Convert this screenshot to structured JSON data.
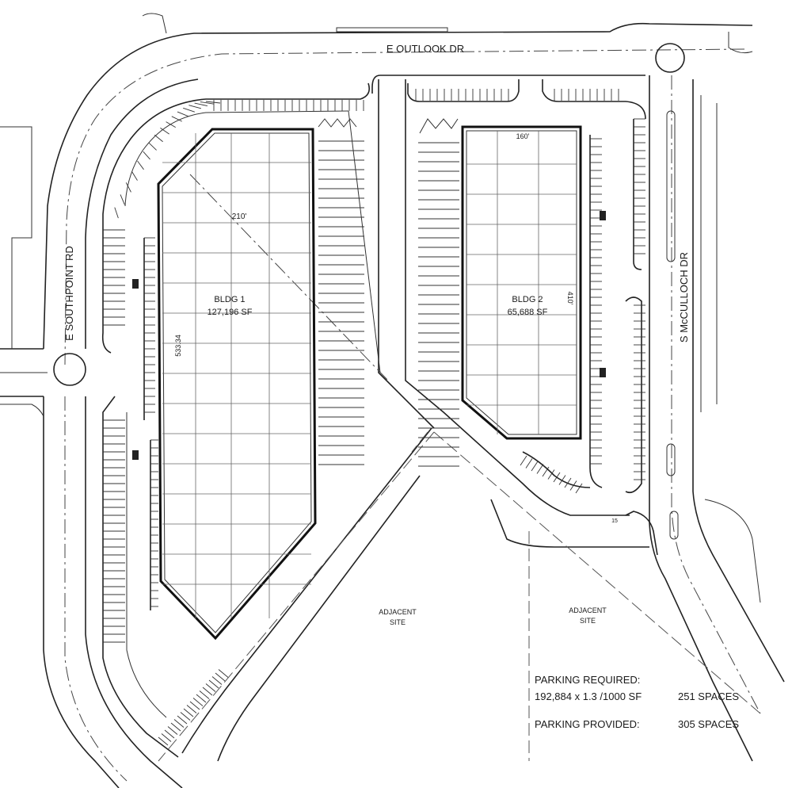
{
  "streets": {
    "north": "E OUTLOOK DR",
    "west": "E SOUTHPOINT RD",
    "east": "S McCULLOCH DR"
  },
  "buildings": [
    {
      "name": "BLDG 1",
      "area": "127,196 SF",
      "dim_depth": "210'",
      "dim_length": "533.34"
    },
    {
      "name": "BLDG 2",
      "area": "65,688 SF",
      "dim_depth": "160'",
      "dim_length": "410'"
    }
  ],
  "adjacent_sites": [
    {
      "line1": "ADJACENT",
      "line2": "SITE"
    },
    {
      "line1": "ADJACENT",
      "line2": "SITE"
    }
  ],
  "misc_labels": {
    "driveway_dim": "15"
  },
  "parking": {
    "required_label": "PARKING REQUIRED:",
    "required_formula": "192,884 x 1.3 /1000 SF",
    "required_spaces": "251 SPACES",
    "provided_label": "PARKING PROVIDED:",
    "provided_spaces": "305 SPACES"
  }
}
